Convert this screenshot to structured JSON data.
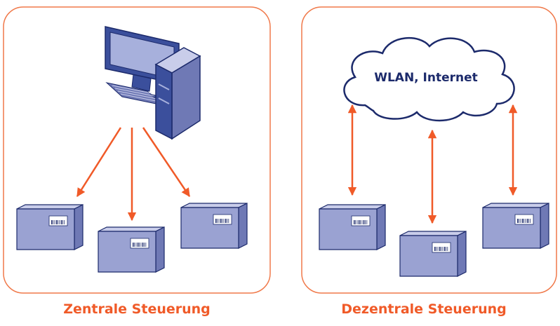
{
  "colors": {
    "accent": "#f05a28",
    "frame": "#f0794a",
    "monitor": "#3b4f9c",
    "screen": "#a7b0dc",
    "box_front": "#9aa2d2",
    "box_top": "#c9cdea",
    "box_side": "#6f79b5",
    "outline": "#1c2a6b"
  },
  "left_panel": {
    "caption": "Zentrale Steuerung",
    "computer_icon": "desktop-computer-icon",
    "device_icon": "package-box-icon"
  },
  "right_panel": {
    "caption": "Dezentrale Steuerung",
    "cloud_label": "WLAN, Internet",
    "device_icon": "package-box-icon"
  }
}
